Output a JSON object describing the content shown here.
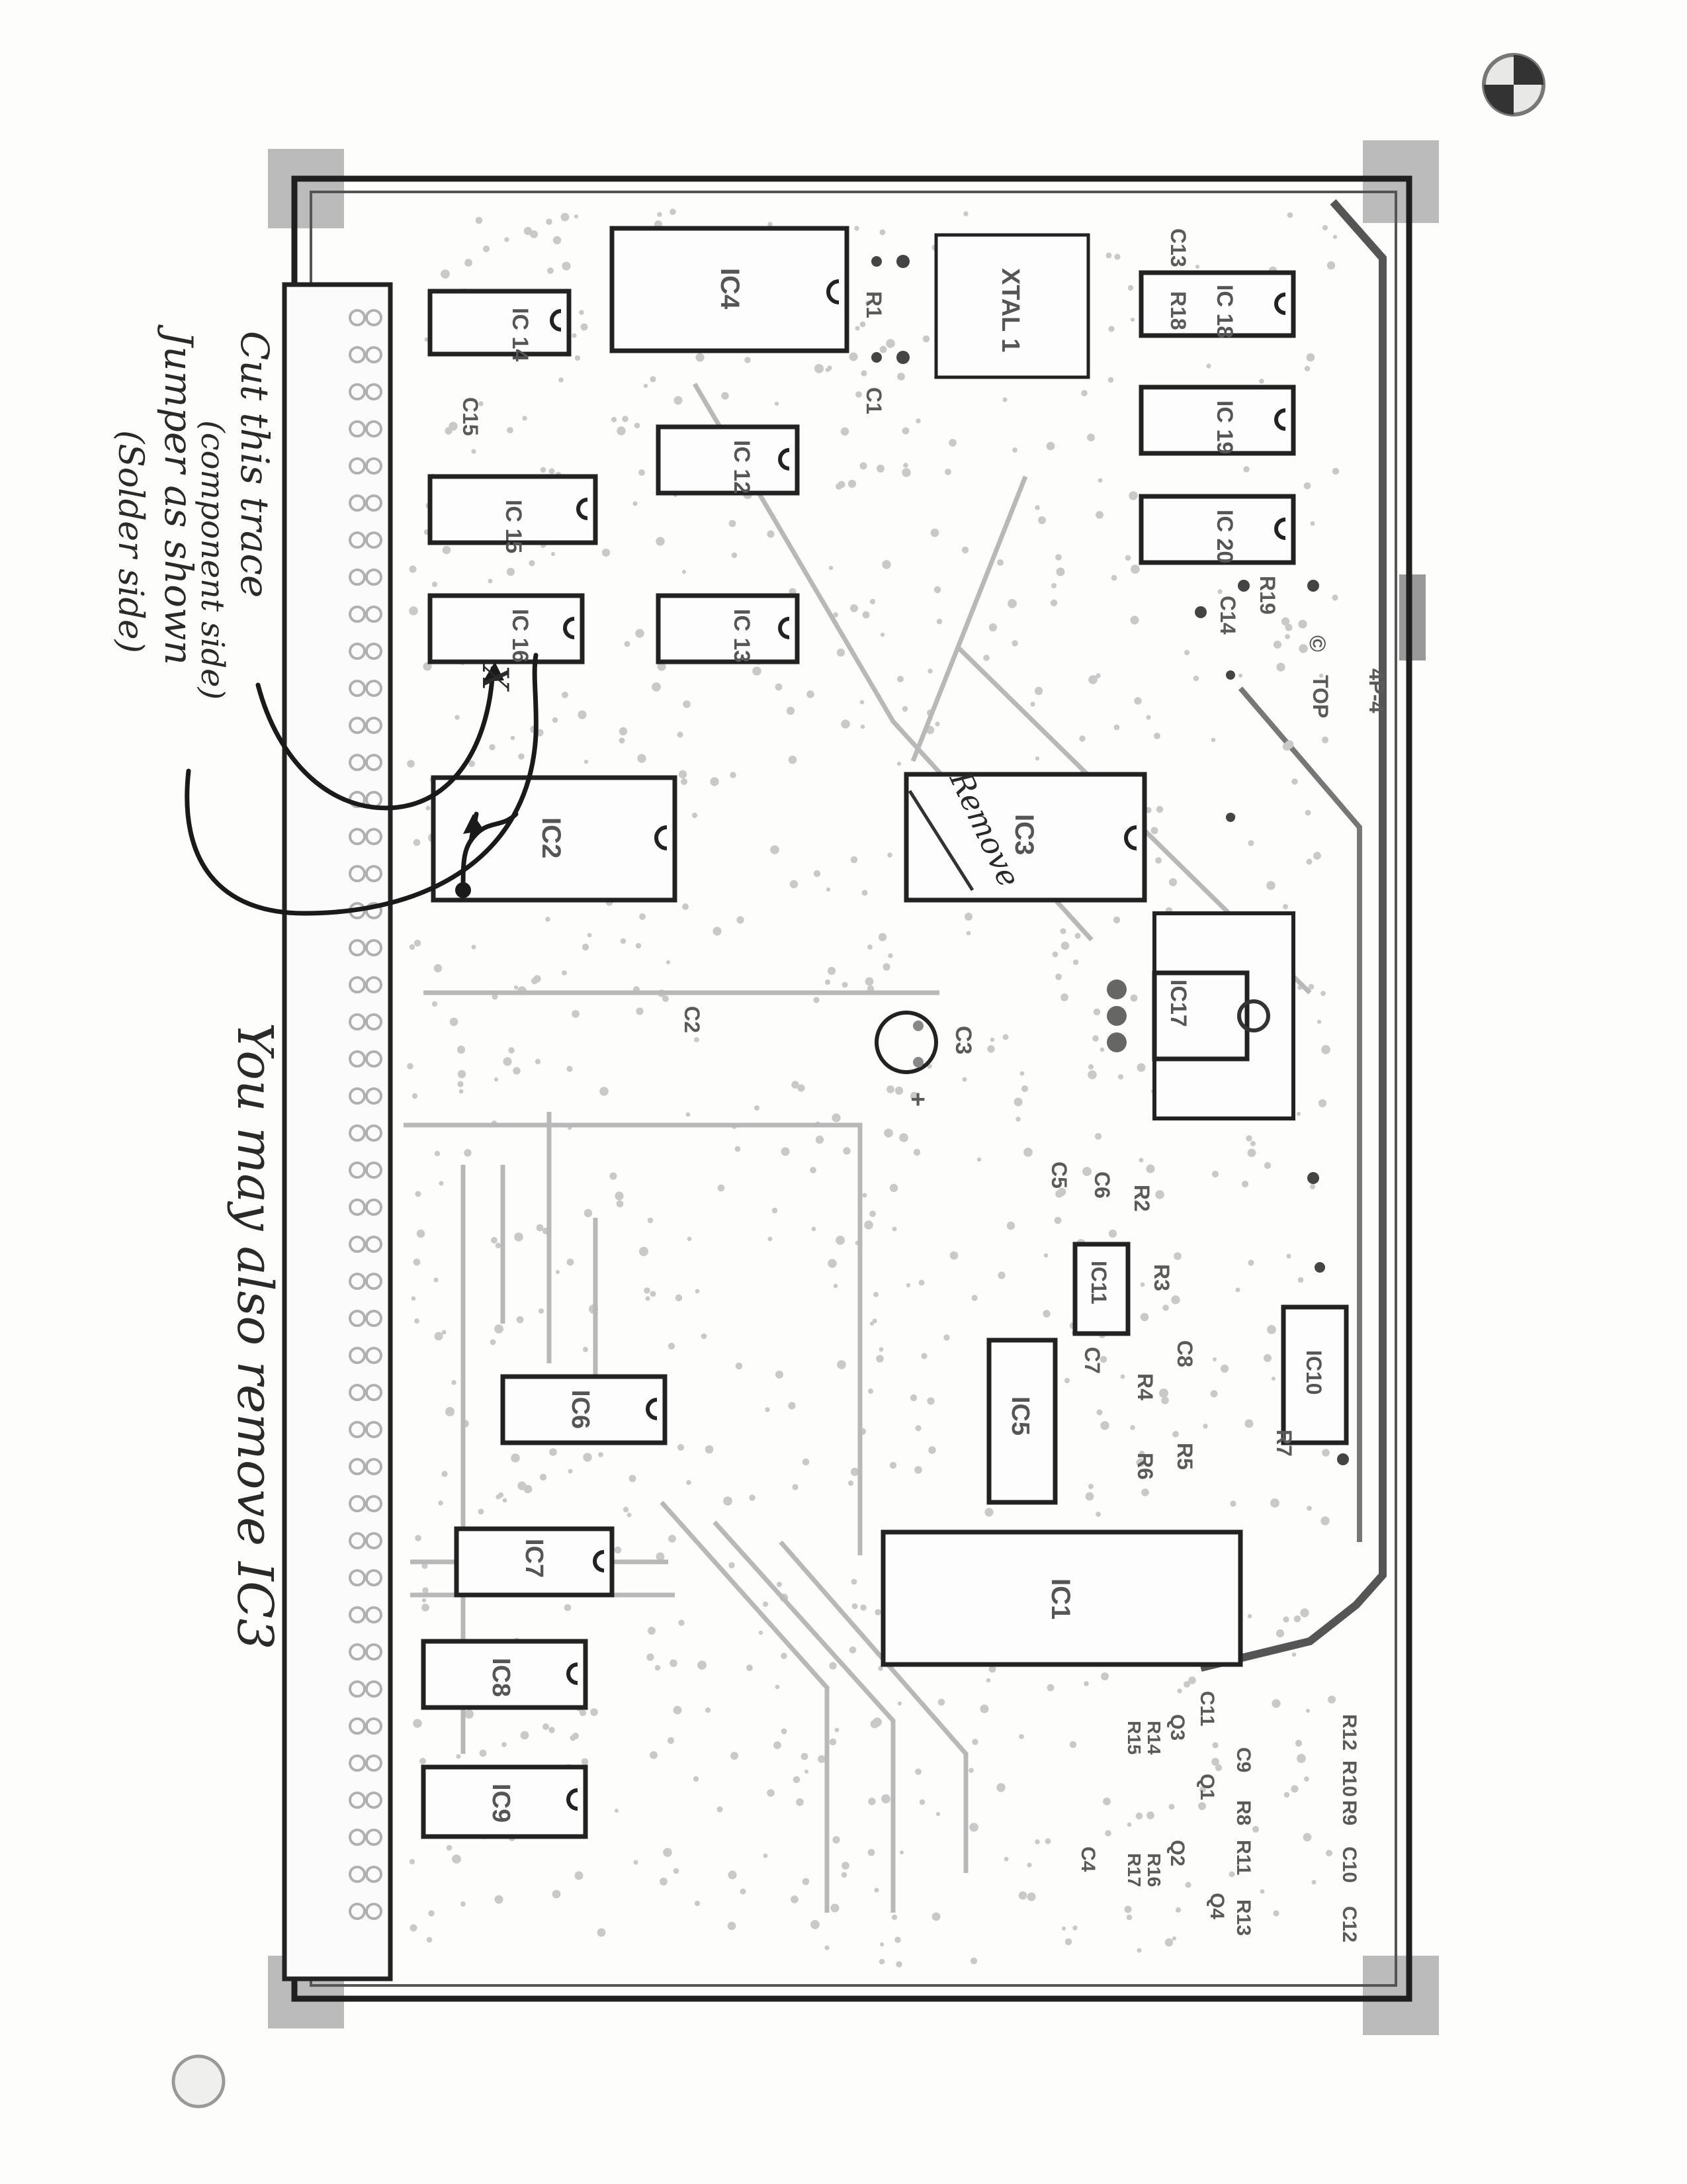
{
  "board": {
    "chips": {
      "ic1": "IC1",
      "ic2": "IC2",
      "ic3": "IC3",
      "ic4": "IC4",
      "ic5": "IC5",
      "ic6": "IC6",
      "ic7": "IC7",
      "ic8": "IC8",
      "ic9": "IC9",
      "ic10": "IC10",
      "ic11": "IC11",
      "ic12": "IC 12",
      "ic13": "IC 13",
      "ic14": "IC 14",
      "ic15": "IC 15",
      "ic16": "IC 16",
      "ic17": "IC17",
      "ic18": "IC 18",
      "ic19": "IC 19",
      "ic20": "IC 20",
      "xtal": "XTAL 1"
    },
    "labels": {
      "r1": "R1",
      "c1": "C1",
      "c13": "C13",
      "r18": "R18",
      "r19": "R19",
      "c14": "C14",
      "copyright": "©",
      "top": "TOP",
      "model": "4P-4",
      "c15": "C15",
      "c2": "C2",
      "c3": "C3",
      "c3_plus": "+",
      "c5": "C5",
      "c6": "C6",
      "r2": "R2",
      "r3": "R3",
      "c7": "C7",
      "c8": "C8",
      "r4": "R4",
      "r5": "R5",
      "r6": "R6",
      "r7": "R7",
      "c11": "C11",
      "c9": "C9",
      "r8": "R8",
      "r11": "R11",
      "r13": "R13",
      "c10": "C10",
      "c12": "C12",
      "r10": "R10",
      "r9": "R9",
      "r12": "R12",
      "q1": "Q1",
      "q2": "Q2",
      "q3": "Q3",
      "q4": "Q4",
      "r14": "R14",
      "r15": "R15",
      "r16": "R16",
      "r17": "R17",
      "c4": "C4"
    }
  },
  "annotations": {
    "cut_line1": "Cut this trace",
    "cut_line2": "(component side)",
    "jumper_line1": "Jumper as shown",
    "jumper_line2": "(Solder side)",
    "remove": "Remove",
    "cut_mark": "X",
    "note": "You may also remove IC3"
  }
}
